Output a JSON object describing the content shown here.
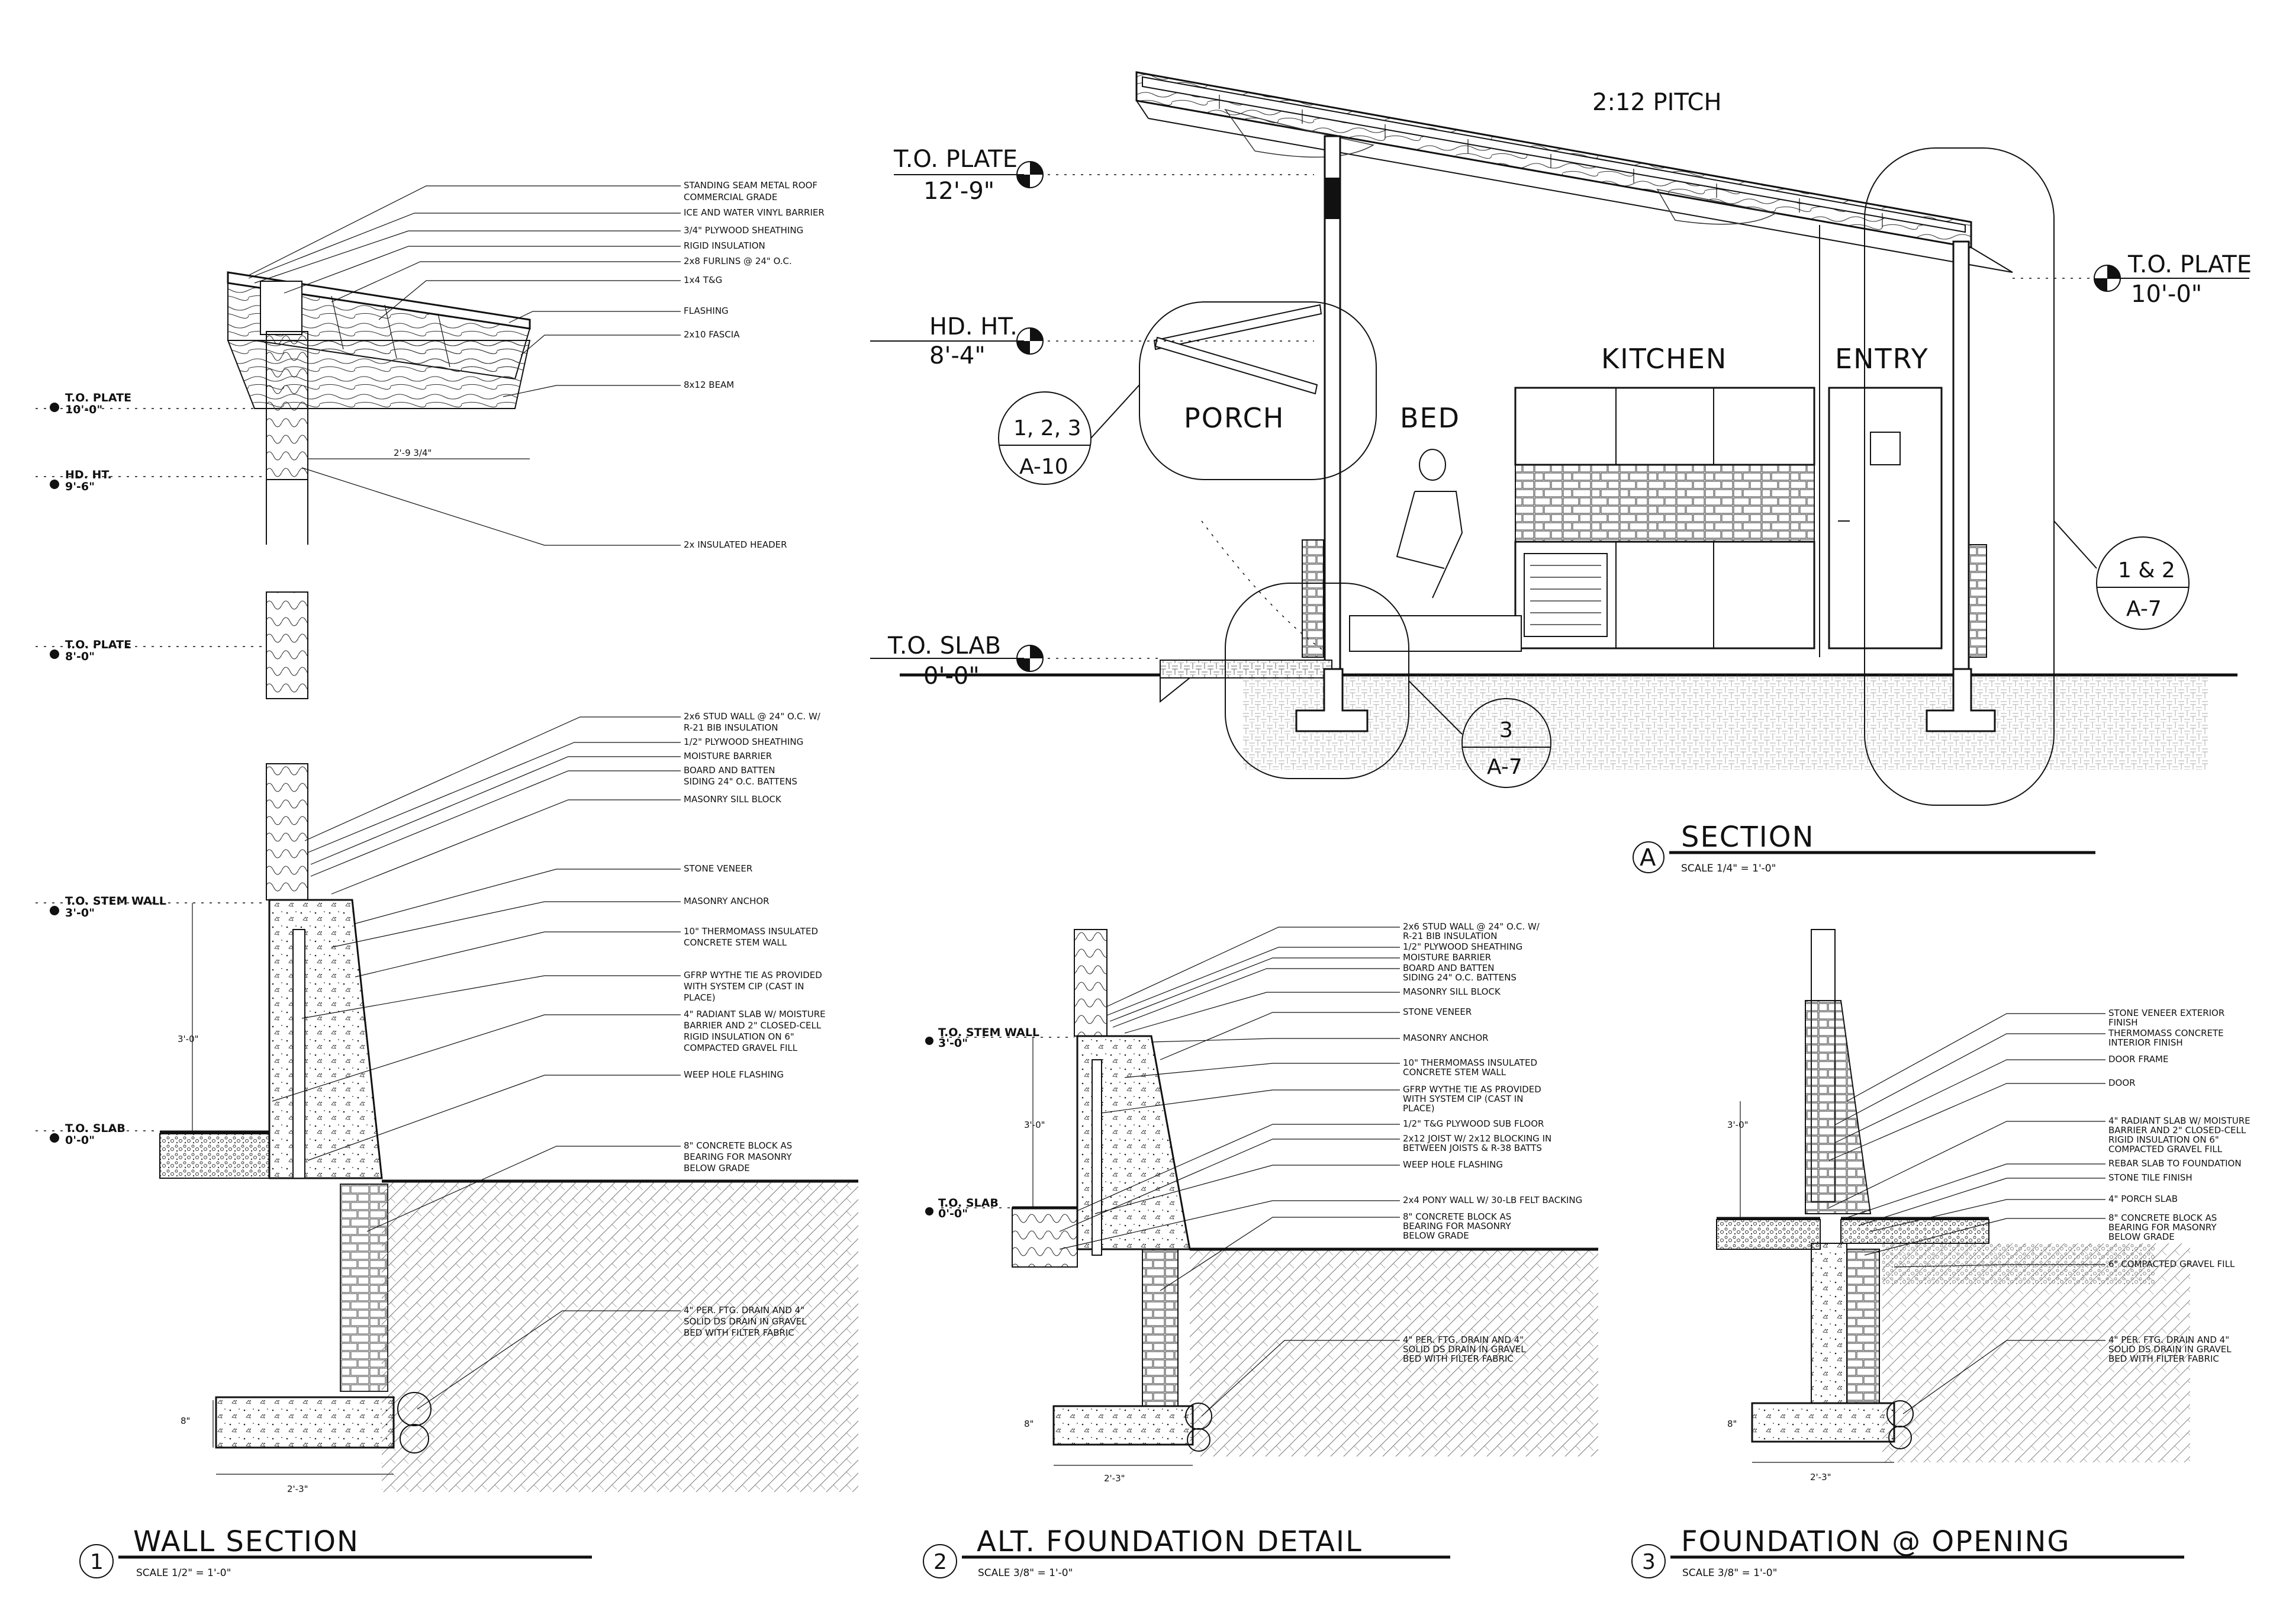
{
  "section_a": {
    "pitch": "2:12 PITCH",
    "elevations": [
      {
        "name": "T.O. PLATE",
        "value": "12'-9\""
      },
      {
        "name": "HD. HT.",
        "value": "8'-4\""
      },
      {
        "name": "T.O. SLAB",
        "value": "0'-0\""
      },
      {
        "name": "T.O. PLATE",
        "value": "10'-0\""
      }
    ],
    "rooms": [
      "PORCH",
      "BED",
      "KITCHEN",
      "ENTRY"
    ],
    "callouts": [
      {
        "detail": "1, 2, 3",
        "sheet": "A-10"
      },
      {
        "detail": "3",
        "sheet": "A-7"
      },
      {
        "detail": "1 & 2",
        "sheet": "A-7"
      }
    ],
    "title": {
      "letter": "A",
      "name": "SECTION",
      "scale": "SCALE 1/4\" = 1'-0\""
    }
  },
  "detail_1": {
    "title": {
      "number": "1",
      "name": "WALL SECTION",
      "scale": "SCALE 1/2\" = 1'-0\""
    },
    "elevations": [
      {
        "name": "T.O. PLATE",
        "value": "10'-0\""
      },
      {
        "name": "HD. HT.",
        "value": "9'-6\""
      },
      {
        "name": "T.O. PLATE",
        "value": "8'-0\""
      },
      {
        "name": "T.O. STEM WALL",
        "value": "3'-0\""
      },
      {
        "name": "T.O. SLAB",
        "value": "0'-0\""
      }
    ],
    "dims": {
      "overhang": "2'-9 3/4\"",
      "stem": "3'-0\"",
      "footing_h": "8\"",
      "footing_w": "2'-3\""
    },
    "notes_roof": [
      "STANDING SEAM METAL ROOF",
      "COMMERCIAL GRADE",
      "ICE AND WATER VINYL BARRIER",
      "3/4\" PLYWOOD SHEATHING",
      "RIGID INSULATION",
      "2x8 FURLINS @ 24\" O.C.",
      "1x4 T&G",
      "FLASHING",
      "2x10 FASCIA",
      "8x12 BEAM",
      "2x INSULATED HEADER"
    ],
    "notes_wall": [
      "2x6 STUD WALL @ 24\" O.C. W/",
      "R-21 BIB INSULATION",
      "1/2\" PLYWOOD SHEATHING",
      "MOISTURE BARRIER",
      "BOARD AND BATTEN",
      "SIDING 24\" O.C. BATTENS",
      "MASONRY SILL BLOCK",
      "STONE VENEER",
      "MASONRY ANCHOR",
      "10\" THERMOMASS INSULATED",
      "CONCRETE STEM WALL",
      "GFRP WYTHE TIE AS PROVIDED",
      "WITH SYSTEM CIP (CAST IN",
      "PLACE)",
      "4\" RADIANT SLAB W/ MOISTURE",
      "BARRIER AND 2\" CLOSED-CELL",
      "RIGID INSULATION ON 6\"",
      "COMPACTED GRAVEL FILL",
      "WEEP HOLE FLASHING",
      "8\" CONCRETE BLOCK AS",
      "BEARING FOR MASONRY",
      "BELOW GRADE",
      "4\" PER. FTG. DRAIN AND 4\"",
      "SOLID DS DRAIN IN GRAVEL",
      "BED WITH FILTER FABRIC"
    ]
  },
  "detail_2": {
    "title": {
      "number": "2",
      "name": "ALT. FOUNDATION DETAIL",
      "scale": "SCALE 3/8\" = 1'-0\""
    },
    "elevations": [
      {
        "name": "T.O. STEM WALL",
        "value": "3'-0\""
      },
      {
        "name": "T.O. SLAB",
        "value": "0'-0\""
      }
    ],
    "dims": {
      "stem": "3'-0\"",
      "footing_h": "8\"",
      "footing_w": "2'-3\""
    },
    "notes": [
      "2x6 STUD WALL @ 24\" O.C. W/",
      "R-21 BIB INSULATION",
      "1/2\" PLYWOOD SHEATHING",
      "MOISTURE BARRIER",
      "BOARD AND BATTEN",
      "SIDING 24\" O.C. BATTENS",
      "MASONRY SILL BLOCK",
      "STONE VENEER",
      "MASONRY ANCHOR",
      "10\" THERMOMASS INSULATED",
      "CONCRETE STEM WALL",
      "GFRP WYTHE TIE AS PROVIDED",
      "WITH SYSTEM CIP (CAST IN",
      "PLACE)",
      "1/2\" T&G PLYWOOD SUB FLOOR",
      "2x12 JOIST W/ 2x12 BLOCKING IN",
      "BETWEEN JOISTS & R-38 BATTS",
      "WEEP HOLE FLASHING",
      "2x4 PONY WALL W/ 30-LB FELT BACKING",
      "8\" CONCRETE BLOCK AS",
      "BEARING FOR MASONRY",
      "BELOW GRADE",
      "4\" PER. FTG. DRAIN AND 4\"",
      "SOLID DS DRAIN IN GRAVEL",
      "BED WITH FILTER FABRIC"
    ]
  },
  "detail_3": {
    "title": {
      "number": "3",
      "name": "FOUNDATION @ OPENING",
      "scale": "SCALE 3/8\" = 1'-0\""
    },
    "dims": {
      "stem": "3'-0\"",
      "footing_h": "8\"",
      "footing_w": "2'-3\""
    },
    "notes": [
      "STONE VENEER EXTERIOR",
      "FINISH",
      "THERMOMASS CONCRETE",
      "INTERIOR FINISH",
      "DOOR FRAME",
      "DOOR",
      "4\" RADIANT SLAB W/ MOISTURE",
      "BARRIER AND 2\" CLOSED-CELL",
      "RIGID INSULATION ON 6\"",
      "COMPACTED GRAVEL FILL",
      "REBAR SLAB TO FOUNDATION",
      "STONE TILE FINISH",
      "4\" PORCH SLAB",
      "8\" CONCRETE BLOCK AS",
      "BEARING FOR MASONRY",
      "BELOW GRADE",
      "6\" COMPACTED GRAVEL FILL",
      "4\" PER. FTG. DRAIN AND 4\"",
      "SOLID DS DRAIN IN GRAVEL",
      "BED WITH FILTER FABRIC"
    ]
  }
}
